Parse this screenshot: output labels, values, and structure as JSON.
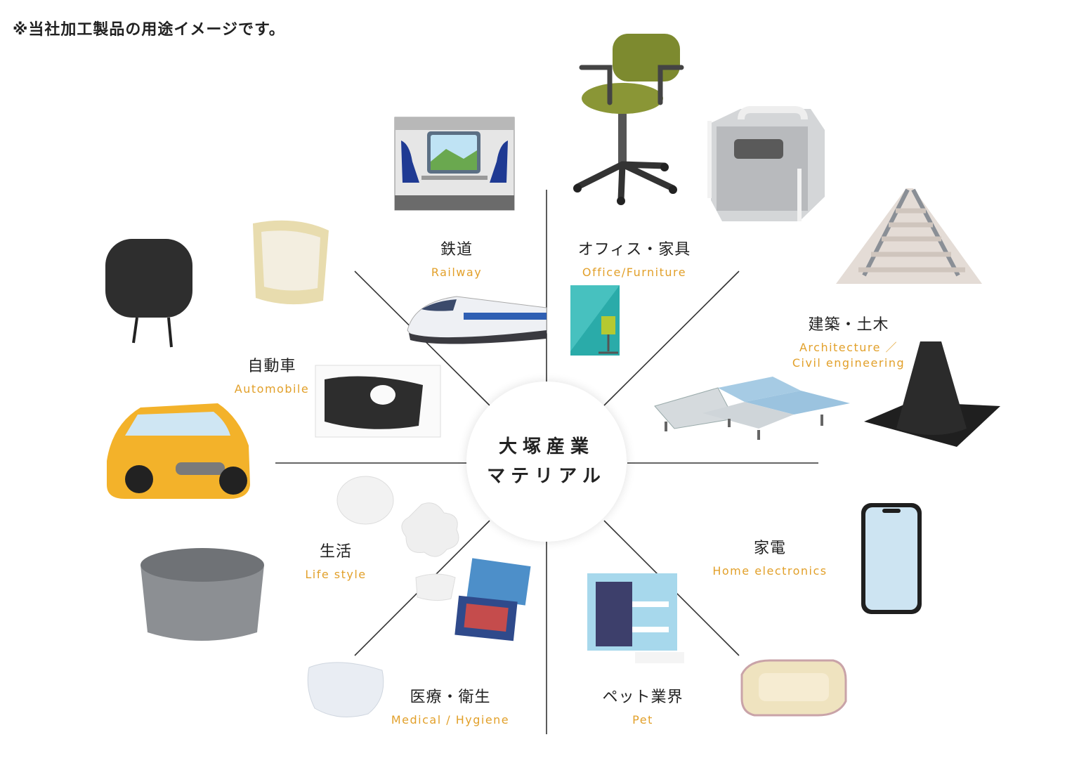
{
  "note": "※当社加工製品の用途イメージです。",
  "center": {
    "line1": "大塚産業",
    "line2": "マテリアル"
  },
  "categories": {
    "railway": {
      "jp": "鉄道",
      "en": "Railway"
    },
    "office": {
      "jp": "オフィス・家具",
      "en": "Office/Furniture"
    },
    "architecture": {
      "jp": "建築・土木",
      "en_line1": "Architecture ／",
      "en_line2": "Civil engineering"
    },
    "automobile": {
      "jp": "自動車",
      "en": "Automobile"
    },
    "lifestyle": {
      "jp": "生活",
      "en": "Life style"
    },
    "electronics": {
      "jp": "家電",
      "en": "Home electronics"
    },
    "medical": {
      "jp": "医療・衛生",
      "en": "Medical / Hygiene"
    },
    "pet": {
      "jp": "ペット業界",
      "en": "Pet"
    }
  },
  "colors": {
    "accent": "#e2a02a",
    "line": "#333333",
    "text": "#222222"
  }
}
